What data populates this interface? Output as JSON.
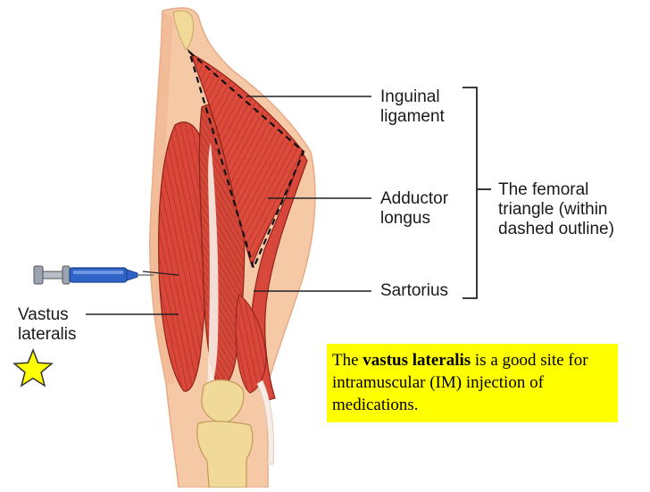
{
  "labels": {
    "inguinal_ligament": "Inguinal ligament",
    "adductor_longus": "Adductor longus",
    "sartorius": "Sartorius",
    "femoral_triangle": "The femoral triangle (within dashed outline)",
    "vastus_lateralis": "Vastus lateralis"
  },
  "note": {
    "prefix": "The",
    "bold": "vastus lateralis",
    "suffix": "is a good site for intramuscular (IM) injection of medications."
  },
  "colors": {
    "muscle": "#d9473a",
    "muscle_dark": "#a8281f",
    "skin": "#f6c9a6",
    "skin_light": "#fbe3cf",
    "bone": "#f1d99a",
    "tendon": "#f7ede6",
    "syringe": "#2f63c6",
    "callout": "#ffff00",
    "star": "#ffff00"
  },
  "icons": [
    "syringe-icon",
    "star-icon"
  ]
}
